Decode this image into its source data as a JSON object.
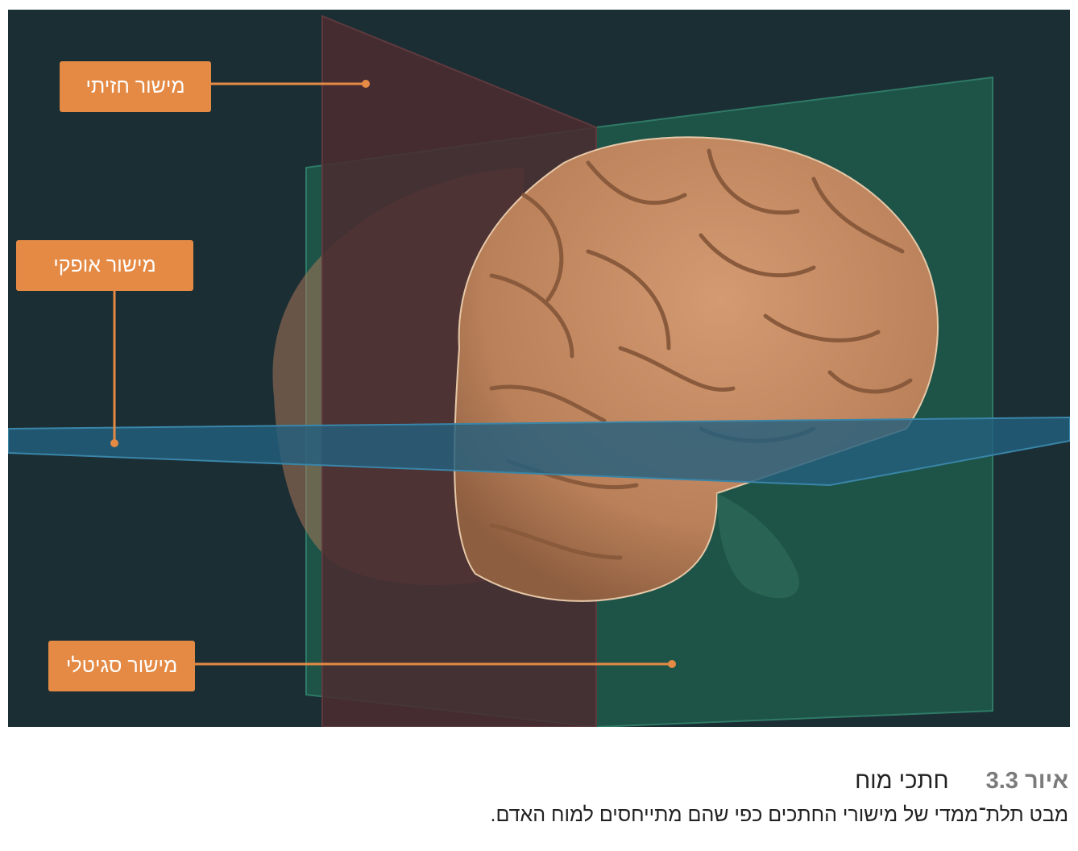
{
  "figure": {
    "labels": {
      "coronal": "מישור חזיתי",
      "horizontal": "מישור אופקי",
      "sagittal": "מישור סגיטלי"
    },
    "caption": {
      "figure_word": "איור",
      "figure_number": "3.3",
      "title": "חתכי מוח",
      "text": "מבט תלת־ממדי של מישורי החתכים כפי שהם מתייחסים למוח האדם."
    },
    "colors": {
      "background": "#1b2e34",
      "label_fill": "#e48a45",
      "brain": "#c08a62",
      "coronal_plane": "#4a2c30",
      "sagittal_plane": "#1f5a4c",
      "horizontal_plane": "#235f7e"
    }
  }
}
